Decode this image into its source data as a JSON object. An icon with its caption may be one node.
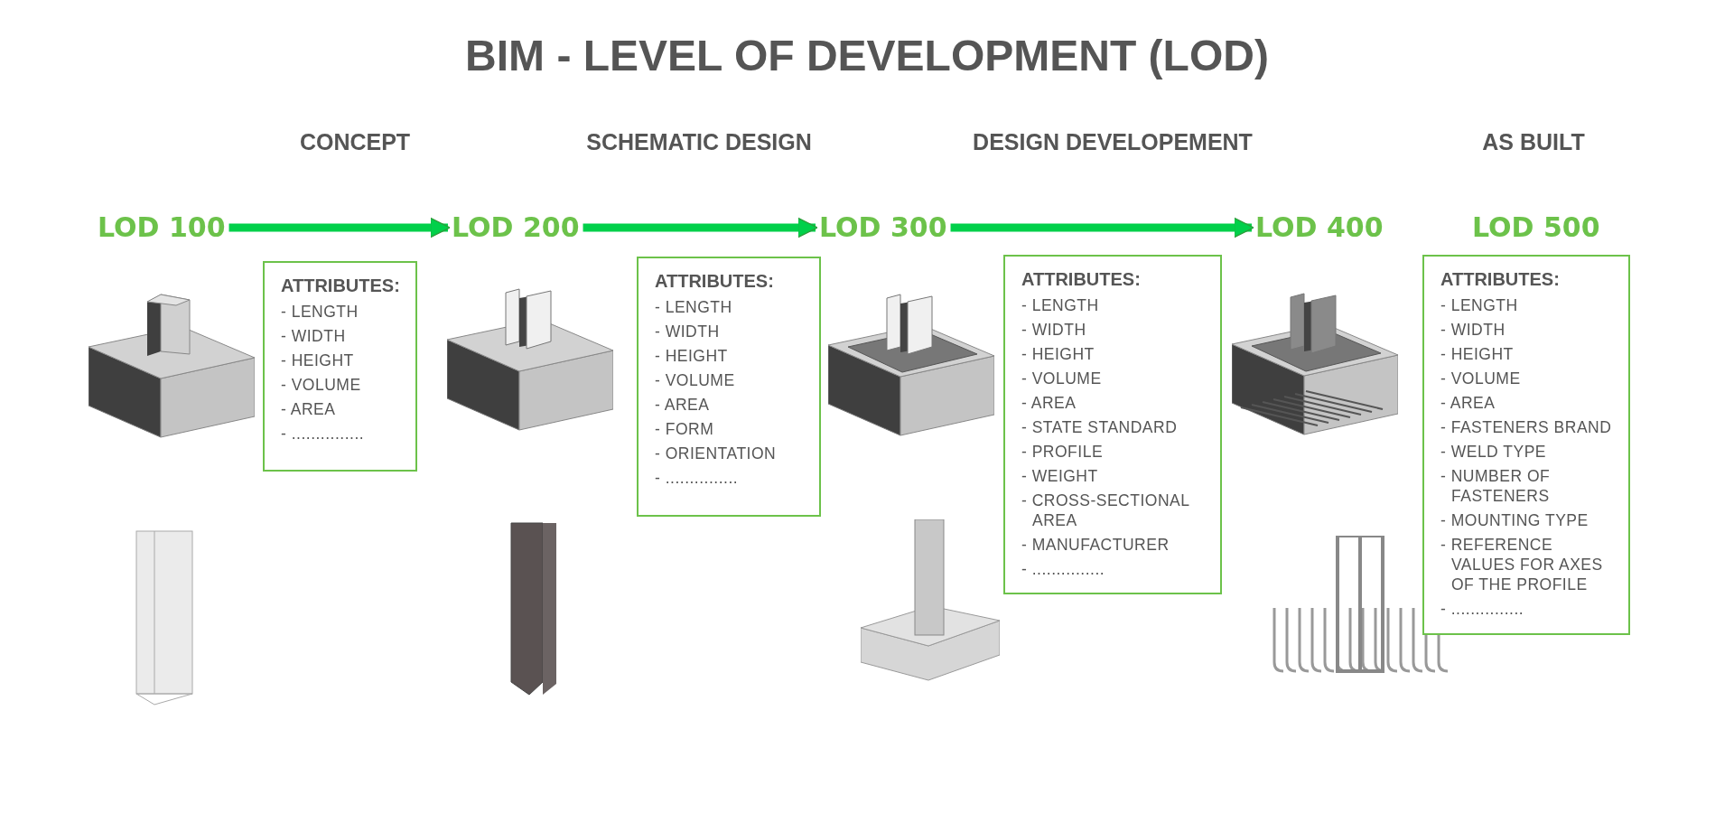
{
  "diagram": {
    "title": "BIM - LEVEL OF DEVELOPMENT (LOD)",
    "nodes": [
      {
        "text": [
          "LOD 100"
        ]
      },
      {
        "text": [
          "ATTRIBUTES:",
          "- LENGTH",
          "- WIDTH",
          "- HEIGHT",
          "- VOLUME",
          "- AREA",
          "- ..............."
        ]
      },
      {
        "text": [
          "LOD 200"
        ]
      },
      {
        "text": [
          "ATTRIBUTES:",
          "- LENGTH",
          "- WIDTH",
          "- HEIGHT",
          "- VOLUME",
          "- AREA",
          "- FORM",
          "- ORIENTATION",
          "- ..............."
        ]
      },
      {
        "text": [
          "LOD 300"
        ]
      },
      {
        "text": [
          "ATTRIBUTES:",
          "- LENGTH",
          "- WIDTH",
          "- HEIGHT",
          "- VOLUME",
          "- AREA",
          "- STATE STANDARD",
          "- PROFILE",
          "- WEIGHT",
          "- CROSS-SECTIONAL AREA",
          "- MANUFACTURER",
          "- ..............."
        ]
      },
      {
        "text": [
          "LOD 400"
        ]
      },
      {
        "text": [
          "ATTRIBUTES:",
          "- LENGTH",
          "- WIDTH",
          "- HEIGHT",
          "- VOLUME",
          "- AREA",
          "- FASTENERS BRAND",
          "- WELD TYPE",
          "- NUMBER OF FASTENERS",
          "- MOUNTING TYPE",
          "- REFERENCE VALUES FOR AXES OF THE PROFILE",
          "- ..............."
        ]
      },
      {
        "text": [
          "LOD 500"
        ]
      }
    ],
    "edges": [
      {
        "from": 0,
        "to": 2,
        "arrow": "to"
      },
      {
        "from": 2,
        "to": 4,
        "arrow": "to"
      },
      {
        "from": 4,
        "to": 6,
        "arrow": "to"
      }
    ],
    "labels": [
      "CONCEPT",
      "SCHEMATIC DESIGN",
      "DESIGN DEVELOPEMENT",
      "AS BUILT"
    ]
  }
}
